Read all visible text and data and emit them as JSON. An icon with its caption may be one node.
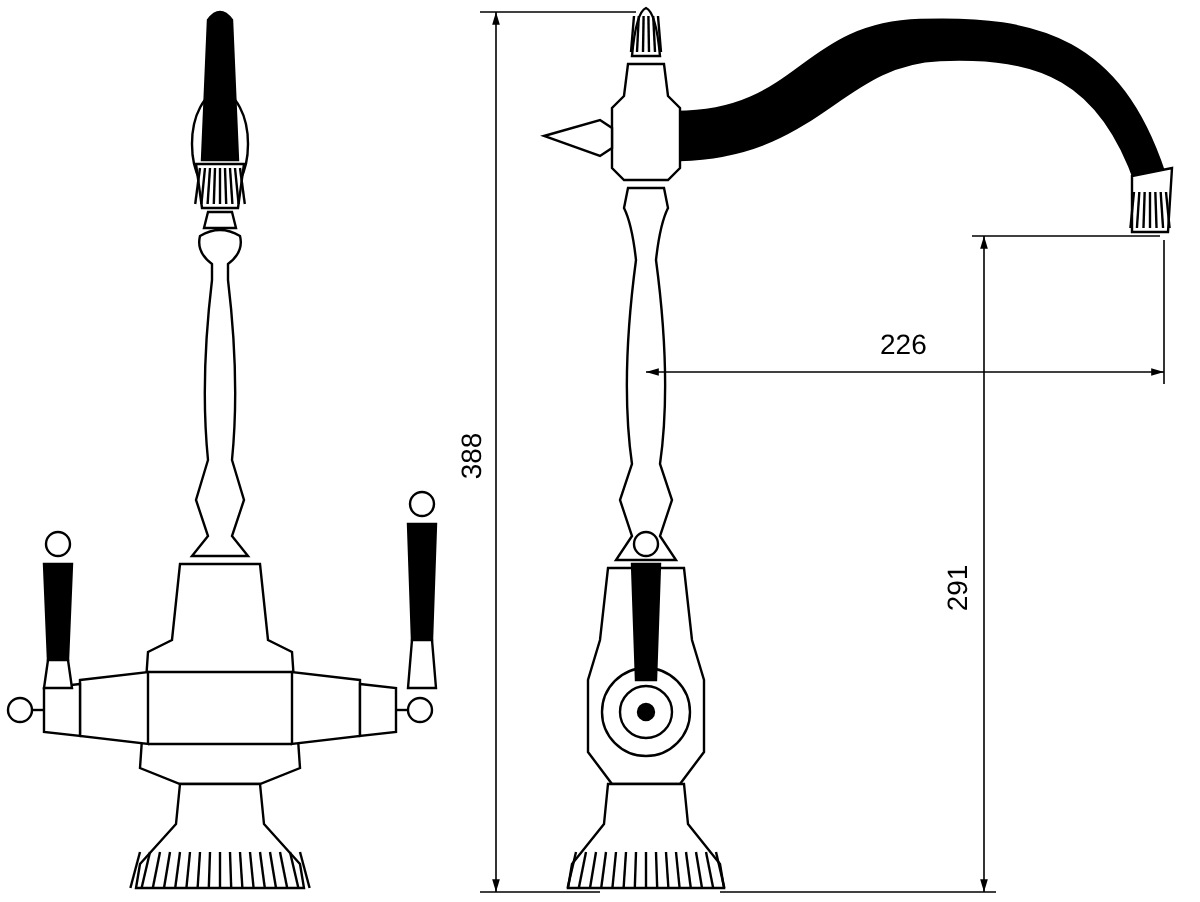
{
  "diagram": {
    "labels": [
      "388",
      "226",
      "291"
    ]
  }
}
